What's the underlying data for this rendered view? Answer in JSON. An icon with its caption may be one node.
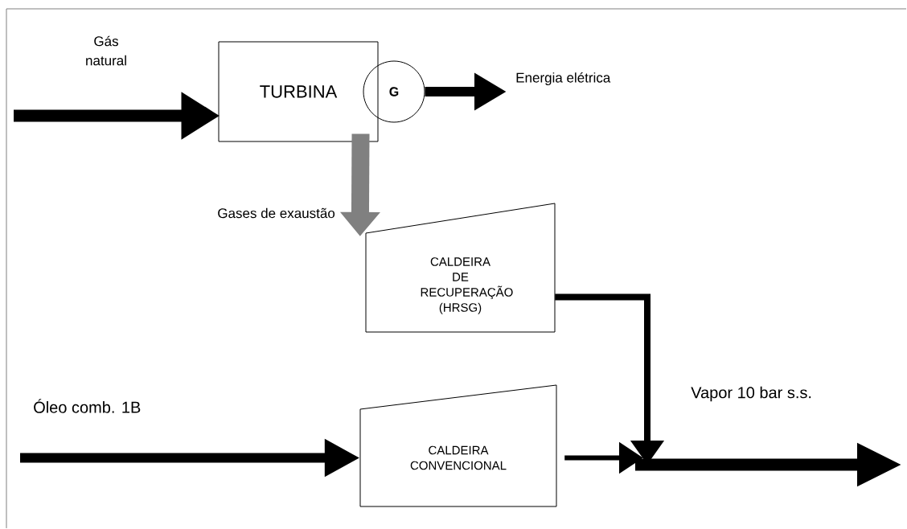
{
  "diagram": {
    "nodes": [
      {
        "text": [
          "TURBINA"
        ]
      },
      {
        "text": [
          "G"
        ]
      },
      {
        "text": [
          "CALDEIRA DE RECUPERAÇÃO (HRSG)"
        ]
      },
      {
        "text": [
          "CALDEIRA CONVENCIONAL"
        ]
      }
    ],
    "edges": [
      {
        "from": null,
        "to": 0,
        "arrow": "to",
        "label": "Gás natural"
      },
      {
        "from": 1,
        "to": null,
        "arrow": "to",
        "label": "Energia elétrica"
      },
      {
        "from": 0,
        "to": 2,
        "arrow": "to",
        "label": "Gases de exaustão",
        "color": "#808080",
        "style": "thick"
      },
      {
        "from": null,
        "to": 3,
        "arrow": "to",
        "label": "Óleo comb. 1B"
      },
      {
        "from": 2,
        "to": null,
        "arrow": "to"
      },
      {
        "from": 3,
        "to": null,
        "arrow": "to"
      }
    ],
    "labels": [
      "Vapor 10 bar s.s."
    ]
  }
}
